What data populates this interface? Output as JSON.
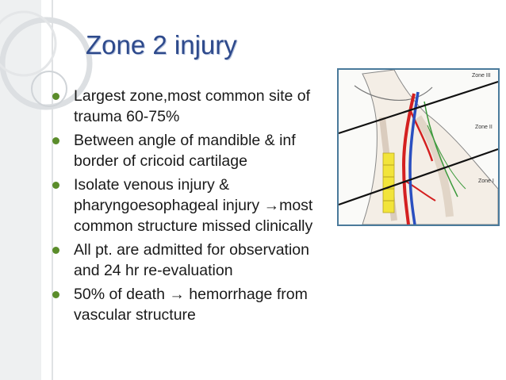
{
  "slide": {
    "title": "Zone 2  injury",
    "bullets": [
      {
        "lines": [
          "Largest zone,most common site of",
          "trauma 60-75%"
        ]
      },
      {
        "lines": [
          "Between angle of mandible & inf",
          "border of cricoid cartilage"
        ]
      },
      {
        "lines": [
          "Isolate venous injury  &",
          "pharyngoesophageal  injury →most",
          "common structure missed clinically"
        ]
      },
      {
        "lines": [
          "All pt. are admitted for observation",
          "and  24 hr re-evaluation"
        ]
      },
      {
        "lines": [
          "50% of death → hemorrhage from",
          "vascular structure"
        ]
      }
    ],
    "figure": {
      "labels": {
        "zone3": "Zone III",
        "zone2": "Zone II",
        "zone1": "Zone I"
      }
    }
  },
  "colors": {
    "title": "#2e4a8c",
    "bullet": "#5a8c2a",
    "frame": "#4a7a9b",
    "artery": "#d42020",
    "vein": "#2a4fc0",
    "cartilage": "#f2e43a",
    "nerve": "#3c9a3c"
  }
}
